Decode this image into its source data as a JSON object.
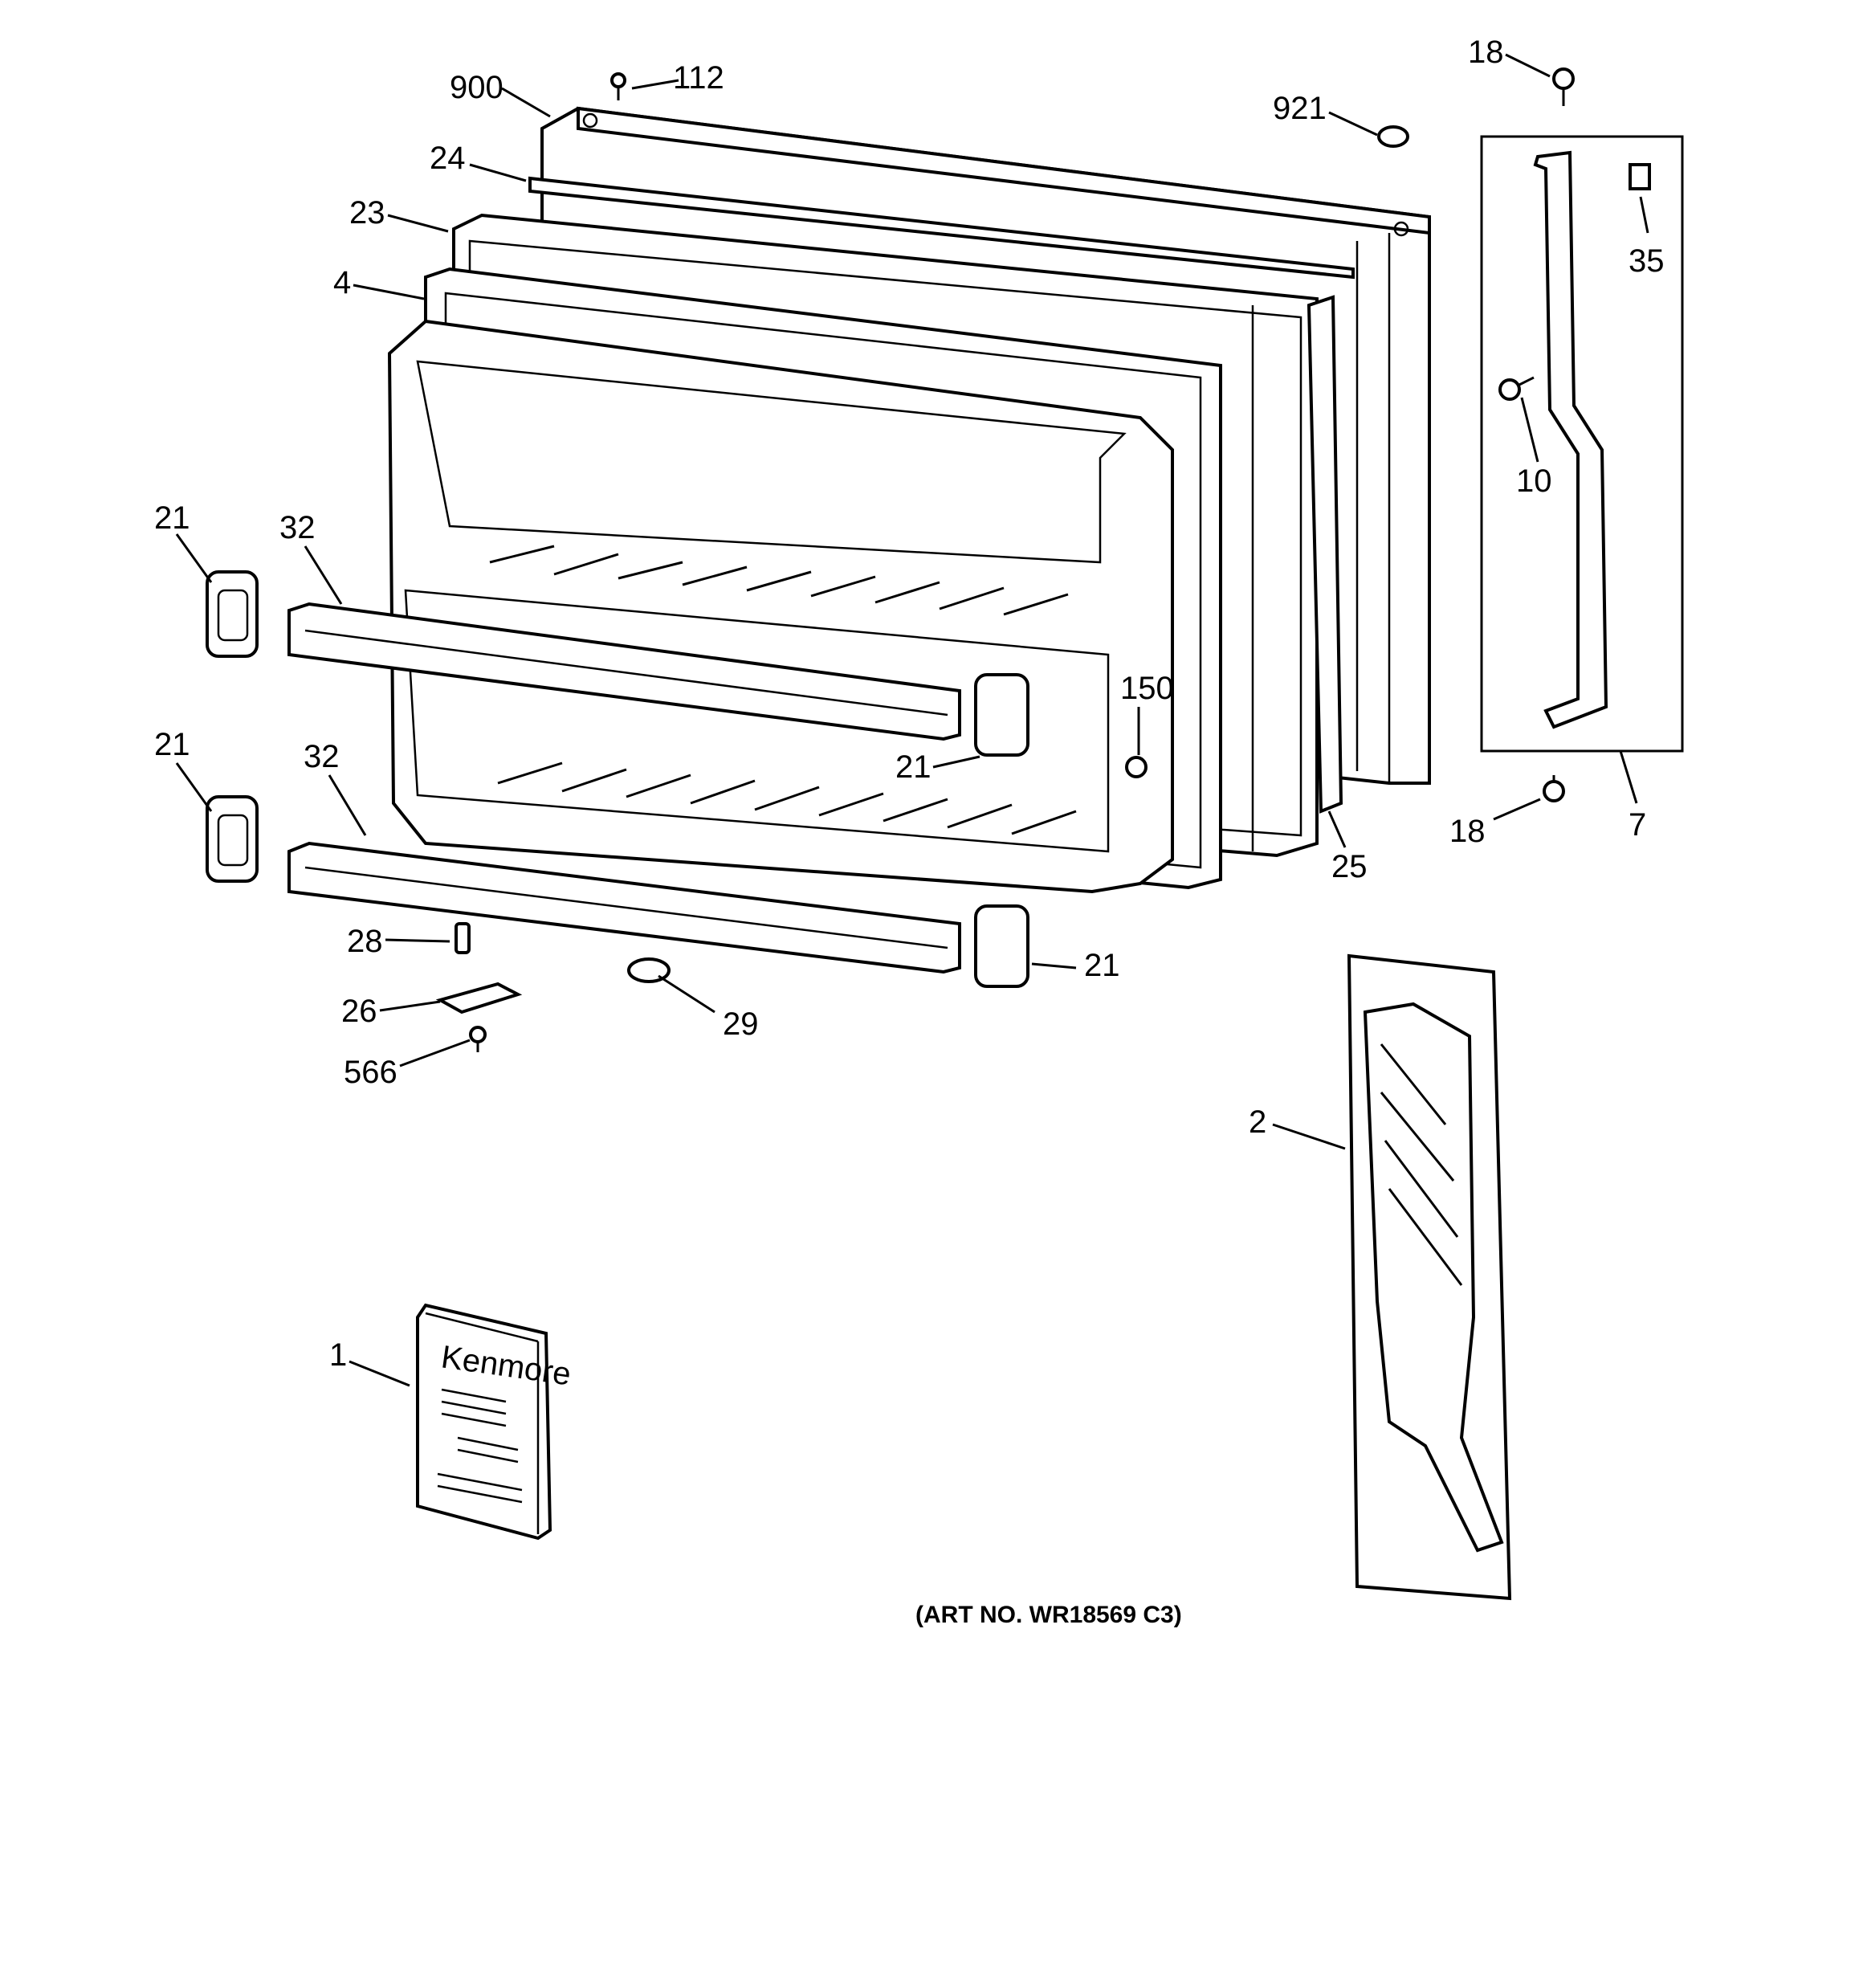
{
  "labels": {
    "l900": "900",
    "l112": "112",
    "l921": "921",
    "l18a": "18",
    "l24": "24",
    "l23": "23",
    "l4": "4",
    "l35": "35",
    "l10": "10",
    "l21a": "21",
    "l32a": "32",
    "l150": "150",
    "l21b": "21",
    "l21c": "21",
    "l32b": "32",
    "l7": "7",
    "l18b": "18",
    "l25": "25",
    "l28": "28",
    "l21d": "21",
    "l26": "26",
    "l29": "29",
    "l566": "566",
    "l2": "2",
    "l1": "1"
  },
  "art_number": "(ART NO. WR18569 C3)",
  "manual_text": {
    "brand": "Kenmore"
  }
}
